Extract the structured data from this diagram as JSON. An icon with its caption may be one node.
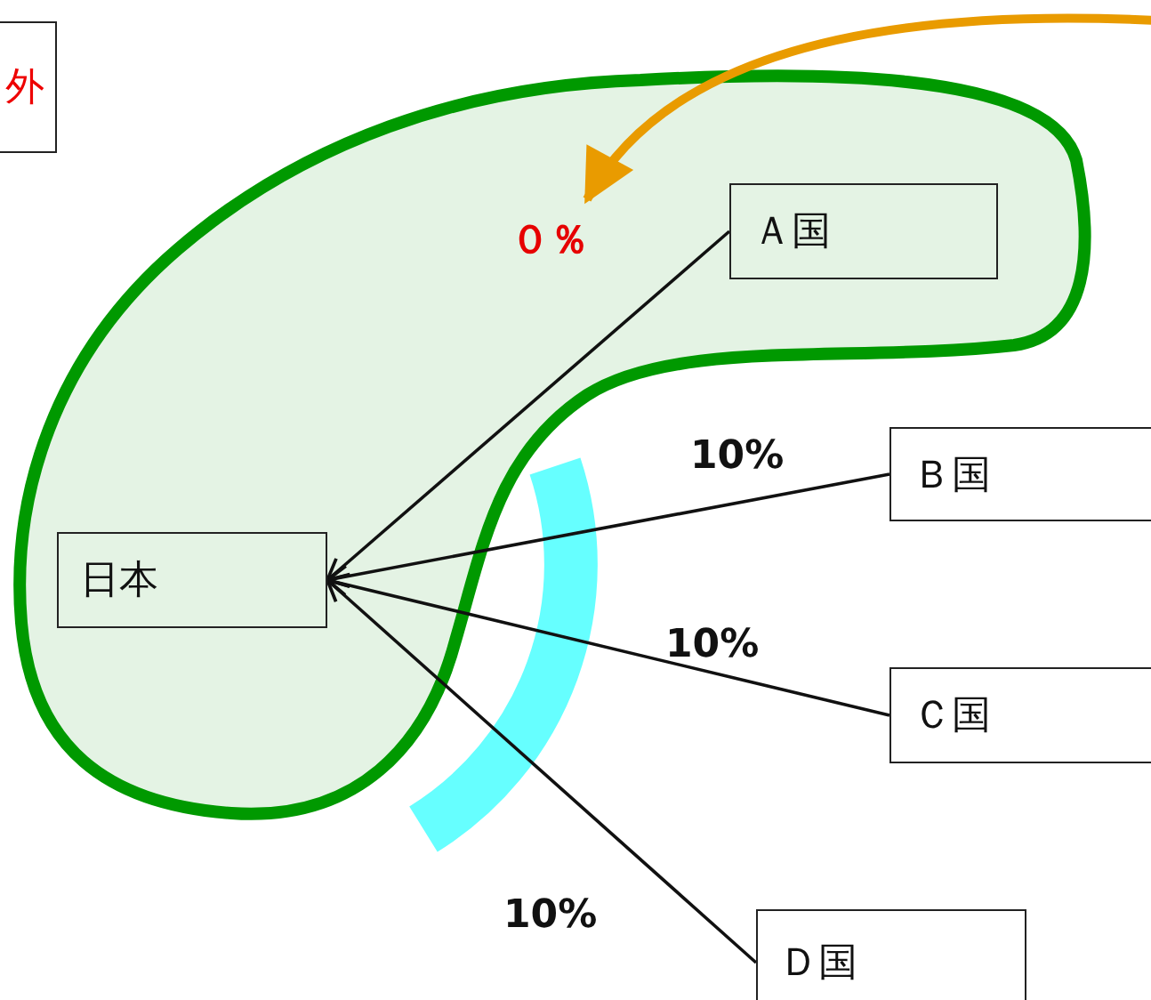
{
  "diagram": {
    "nodes": [
      {
        "text": [],
        "shape": "blob"
      },
      {
        "text": [
          "外"
        ]
      },
      {
        "text": [
          "Ａ国"
        ],
        "in": 0
      },
      {
        "text": [
          "日本"
        ],
        "in": 0
      },
      {
        "text": [
          "Ｂ国"
        ]
      },
      {
        "text": [
          "Ｃ国"
        ]
      },
      {
        "text": [
          "Ｄ国"
        ]
      }
    ],
    "edges": [
      {
        "from": 2,
        "to": 3,
        "arrow": "to"
      },
      {
        "from": 4,
        "to": 3,
        "arrow": "to",
        "label": "10%"
      },
      {
        "from": 5,
        "to": 3,
        "arrow": "to",
        "label": "10%"
      },
      {
        "from": 6,
        "to": 3,
        "arrow": "to",
        "label": "10%"
      },
      {
        "from": null,
        "to": 0,
        "arrow": "to",
        "label": "０％",
        "style": "thick",
        "color": "#e99b00"
      }
    ]
  }
}
